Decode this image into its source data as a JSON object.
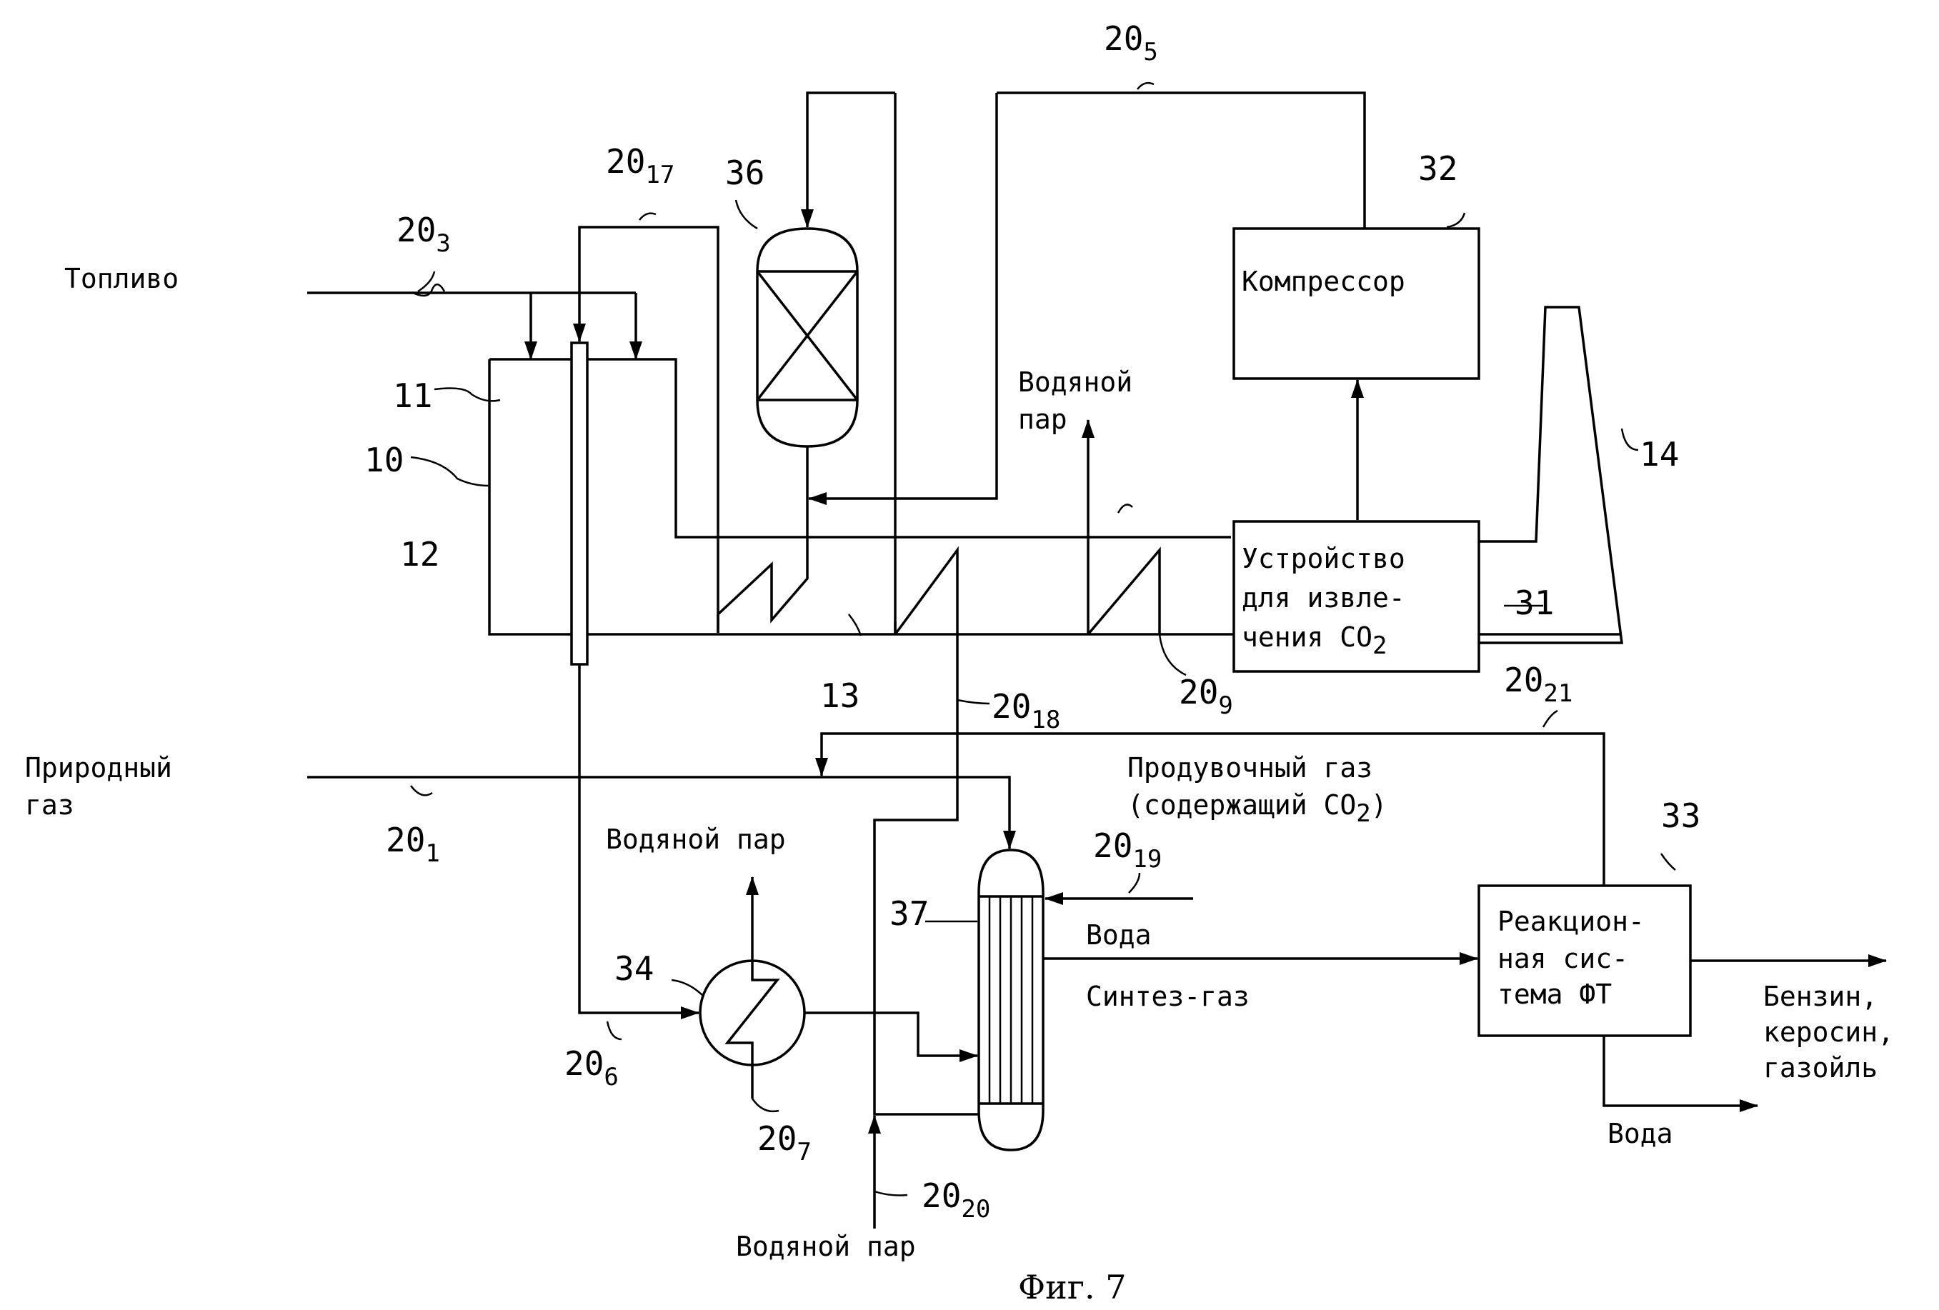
{
  "labels": {
    "fuel": "Топливо",
    "natural_gas_1": "Природный",
    "natural_gas_2": "газ",
    "compressor": "Компрессор",
    "steam_top_1": "Водяной",
    "steam_top_2": "пар",
    "co2_device_1": "Устройство",
    "co2_device_2": "для извле-",
    "co2_device_3": "чения CO",
    "co2_device_3_sub": "2",
    "purge_gas_1": "Продувочный газ",
    "purge_gas_2": "(содержащий CO",
    "purge_gas_2_sub": "2",
    "purge_gas_2_end": ")",
    "steam_mid": "Водяной пар",
    "water_1": "Вода",
    "syngas": "Синтез-газ",
    "ft_1": "Реакцион-",
    "ft_2": "ная сис-",
    "ft_3": "тема ФТ",
    "products_1": "Бензин,",
    "products_2": "керосин,",
    "products_3": "газойль",
    "water_2": "Вода",
    "steam_bottom": "Водяной пар",
    "caption": "Фиг. 7"
  },
  "refs": {
    "r10": "10",
    "r11": "11",
    "r12": "12",
    "r13": "13",
    "r14": "14",
    "r31": "31",
    "r32": "32",
    "r33": "33",
    "r34": "34",
    "r36": "36",
    "r37": "37"
  },
  "lines": {
    "l1": {
      "base": "20",
      "sub": "1"
    },
    "l3": {
      "base": "20",
      "sub": "3"
    },
    "l5": {
      "base": "20",
      "sub": "5"
    },
    "l6": {
      "base": "20",
      "sub": "6"
    },
    "l7": {
      "base": "20",
      "sub": "7"
    },
    "l9": {
      "base": "20",
      "sub": "9"
    },
    "l17": {
      "base": "20",
      "sub": "17"
    },
    "l18": {
      "base": "20",
      "sub": "18"
    },
    "l19": {
      "base": "20",
      "sub": "19"
    },
    "l20": {
      "base": "20",
      "sub": "20"
    },
    "l21": {
      "base": "20",
      "sub": "21"
    }
  }
}
